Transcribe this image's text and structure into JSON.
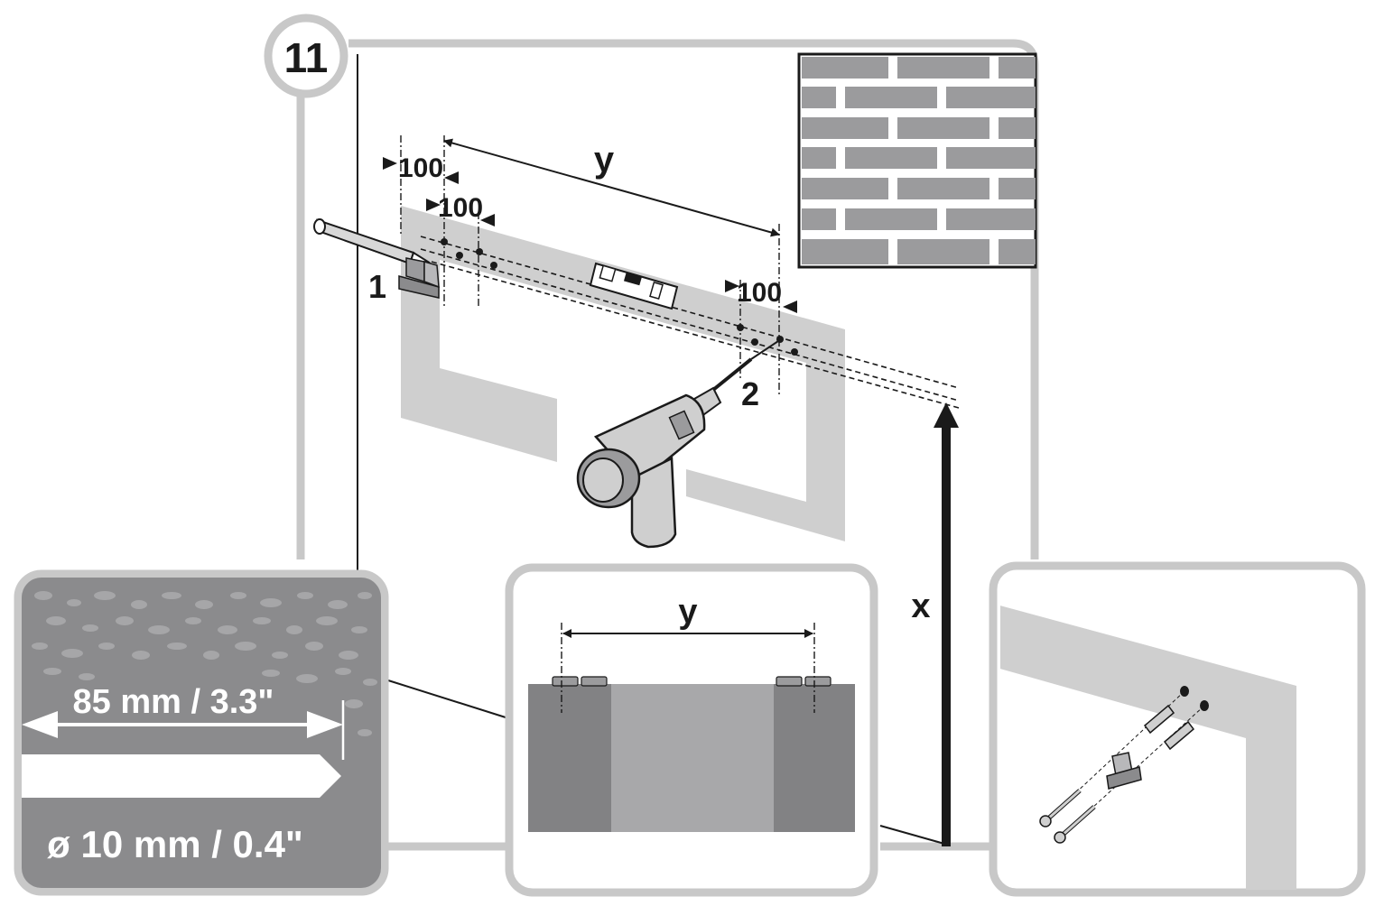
{
  "step": {
    "number": "11"
  },
  "main": {
    "dim_y": "y",
    "dim_x": "x",
    "offset_top_1": "100",
    "offset_top_2": "100",
    "offset_right": "100",
    "marker_1": "1",
    "marker_2": "2"
  },
  "inset_drill": {
    "depth": "85 mm / 3.3\"",
    "diameter": "ø 10 mm / 0.4\""
  },
  "inset_spacing": {
    "dim_y": "y"
  },
  "colors": {
    "panel_border": "#c8c8c8",
    "frame_gray": "#cfcfcf",
    "concrete": "#8b8b8d",
    "brick": "#9b9b9d",
    "dark_block": "#828284",
    "light_block": "#a8a8aa",
    "line": "#1a1a1a"
  },
  "icons": [
    "pencil-icon",
    "drill-icon",
    "spirit-level-icon",
    "bracket-icon",
    "screw-icon",
    "anchor-icon",
    "brick-wall-icon",
    "concrete-icon"
  ]
}
